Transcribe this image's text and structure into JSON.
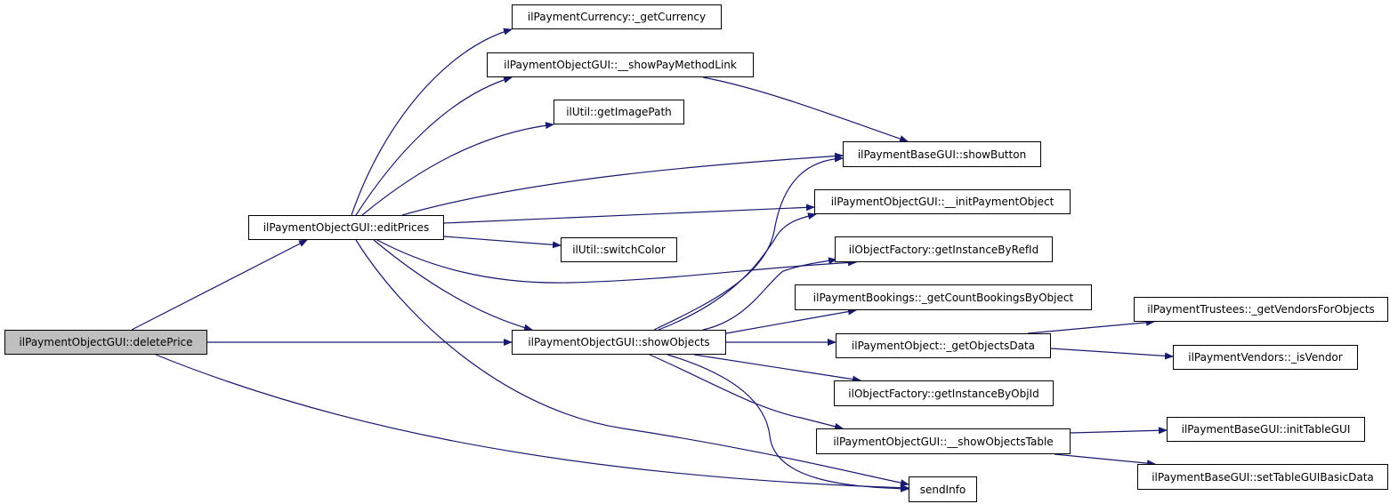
{
  "colors": {
    "edge": "#191970",
    "root_fill": "#bfbfbf",
    "node_fill": "#ffffff",
    "border": "#000000"
  },
  "nodes": {
    "deletePrice": "ilPaymentObjectGUI::deletePrice",
    "editPrices": "ilPaymentObjectGUI::editPrices",
    "showObjects": "ilPaymentObjectGUI::showObjects",
    "getCurrency": "ilPaymentCurrency::_getCurrency",
    "showPayMethodLink": "ilPaymentObjectGUI::__showPayMethodLink",
    "getImagePath": "ilUtil::getImagePath",
    "showButton": "ilPaymentBaseGUI::showButton",
    "initPaymentObject": "ilPaymentObjectGUI::__initPaymentObject",
    "switchColor": "ilUtil::switchColor",
    "getInstanceByRefId": "ilObjectFactory::getInstanceByRefId",
    "getCountBookingsByObject": "ilPaymentBookings::_getCountBookingsByObject",
    "getObjectsData": "ilPaymentObject::_getObjectsData",
    "getInstanceByObjId": "ilObjectFactory::getInstanceByObjId",
    "showObjectsTable": "ilPaymentObjectGUI::__showObjectsTable",
    "sendInfo": "sendInfo",
    "getVendorsForObjects": "ilPaymentTrustees::_getVendorsForObjects",
    "isVendor": "ilPaymentVendors::_isVendor",
    "initTableGUI": "ilPaymentBaseGUI::initTableGUI",
    "setTableGUIBasicData": "ilPaymentBaseGUI::setTableGUIBasicData"
  },
  "edges": [
    [
      "deletePrice",
      "editPrices"
    ],
    [
      "deletePrice",
      "showObjects"
    ],
    [
      "deletePrice",
      "sendInfo"
    ],
    [
      "editPrices",
      "getCurrency"
    ],
    [
      "editPrices",
      "showPayMethodLink"
    ],
    [
      "editPrices",
      "getImagePath"
    ],
    [
      "editPrices",
      "showButton"
    ],
    [
      "editPrices",
      "initPaymentObject"
    ],
    [
      "editPrices",
      "switchColor"
    ],
    [
      "editPrices",
      "getInstanceByRefId"
    ],
    [
      "editPrices",
      "showObjects"
    ],
    [
      "editPrices",
      "sendInfo"
    ],
    [
      "showPayMethodLink",
      "showButton"
    ],
    [
      "showObjects",
      "showButton"
    ],
    [
      "showObjects",
      "initPaymentObject"
    ],
    [
      "showObjects",
      "getInstanceByRefId"
    ],
    [
      "showObjects",
      "getCountBookingsByObject"
    ],
    [
      "showObjects",
      "getObjectsData"
    ],
    [
      "showObjects",
      "getInstanceByObjId"
    ],
    [
      "showObjects",
      "showObjectsTable"
    ],
    [
      "showObjects",
      "sendInfo"
    ],
    [
      "getObjectsData",
      "getVendorsForObjects"
    ],
    [
      "getObjectsData",
      "isVendor"
    ],
    [
      "showObjectsTable",
      "initTableGUI"
    ],
    [
      "showObjectsTable",
      "setTableGUIBasicData"
    ]
  ]
}
